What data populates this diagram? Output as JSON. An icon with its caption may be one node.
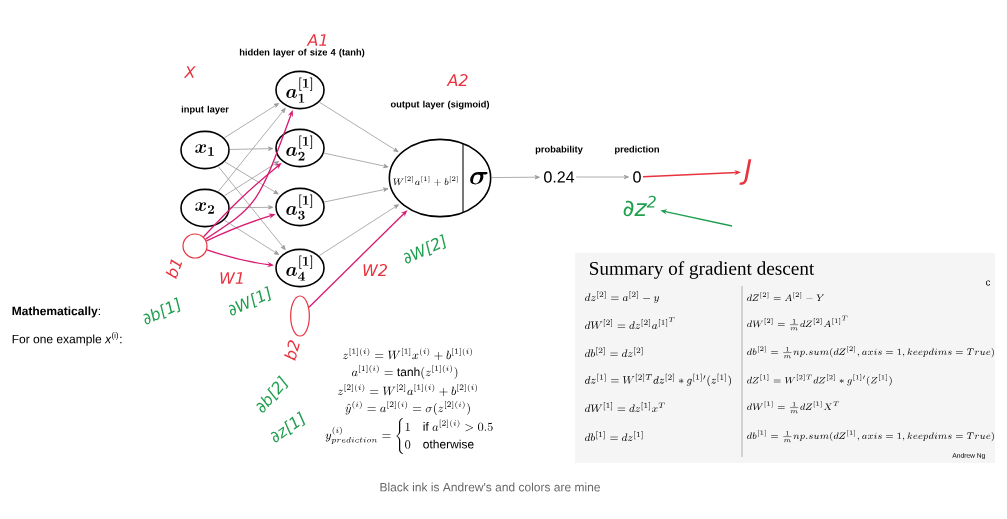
{
  "diagram": {
    "caption": "Black ink is Andrew's and colors are mine",
    "nodes": [
      {
        "text": [
          "x_1"
        ]
      },
      {
        "text": [
          "x_2"
        ]
      },
      {
        "text": [
          "a^{[1]}_1"
        ]
      },
      {
        "text": [
          "a^{[1]}_2"
        ]
      },
      {
        "text": [
          "a^{[1]}_3"
        ]
      },
      {
        "text": [
          "a^{[1]}_4"
        ]
      },
      {
        "text": [
          "W^{[2]}a^{[1]}+b^{[2]}",
          "\\sigma"
        ]
      },
      {
        "text": [
          "probability",
          "0.24"
        ]
      },
      {
        "text": [
          "prediction",
          "0"
        ]
      },
      {
        "text": [
          "J"
        ]
      },
      {
        "text": [],
        "shape": "circle",
        "beside": [
          "b1"
        ]
      },
      {
        "text": [],
        "shape": "circle",
        "beside": [
          "b2"
        ]
      },
      {
        "text": [
          "∂z$^{2}$"
        ]
      }
    ],
    "edges": [
      {
        "from": 0,
        "to": 2,
        "arrow": "to"
      },
      {
        "from": 0,
        "to": 3,
        "arrow": "to"
      },
      {
        "from": 0,
        "to": 4,
        "arrow": "to"
      },
      {
        "from": 0,
        "to": 5,
        "arrow": "to"
      },
      {
        "from": 1,
        "to": 2,
        "arrow": "to"
      },
      {
        "from": 1,
        "to": 3,
        "arrow": "to"
      },
      {
        "from": 1,
        "to": 4,
        "arrow": "to"
      },
      {
        "from": 1,
        "to": 5,
        "arrow": "to"
      },
      {
        "from": 2,
        "to": 6,
        "arrow": "to"
      },
      {
        "from": 3,
        "to": 6,
        "arrow": "to"
      },
      {
        "from": 4,
        "to": 6,
        "arrow": "to"
      },
      {
        "from": 5,
        "to": 6,
        "arrow": "to"
      },
      {
        "from": 6,
        "to": 7,
        "arrow": "to"
      },
      {
        "from": 7,
        "to": 8,
        "arrow": "to"
      },
      {
        "from": 8,
        "to": 9,
        "arrow": "to",
        "color": "#e8333f"
      },
      {
        "from": 10,
        "to": 2,
        "arrow": "to",
        "color": "#d81b72"
      },
      {
        "from": 10,
        "to": 3,
        "arrow": "to",
        "color": "#d81b72"
      },
      {
        "from": 10,
        "to": 4,
        "arrow": "to",
        "color": "#d81b72"
      },
      {
        "from": 10,
        "to": 5,
        "arrow": "to",
        "color": "#d81b72"
      },
      {
        "from": 11,
        "to": 6,
        "arrow": "to",
        "color": "#d81b72"
      },
      {
        "from": null,
        "to": 12,
        "arrow": "to",
        "color": "#1f9e4e"
      }
    ],
    "labels": [
      "hidden layer of size 4 (tanh)",
      "A1",
      "X",
      "A2",
      "input layer",
      "output layer (sigmoid)",
      "W1",
      "W2",
      "∂W[2]",
      "∂b[1]",
      "∂W[1]",
      "**Mathematically**:",
      "For one example *x*$^{(i)}$:",
      "∂b[2]",
      "∂z[1]",
      "z^{[1](i)} = W^{[1]}x^{(i)} + b^{[1](i)}",
      "a^{[1](i)} = \\tanh(z^{[1](i)})",
      "z^{[2](i)} = W^{[2]}a^{[1](i)} + b^{[2](i)}",
      "\\hat{y}^{(i)} = a^{[2](i)} = \\sigma(z^{[2](i)})",
      "y^{(i)}_{prediction} = \\begin{cases} 1 & \\text{if } a^{[2](i)} > 0.5 \\\\ 0 & \\text{otherwise} \\end{cases}",
      "Summary of gradient descent",
      "c",
      "dz^{[2]} = a^{[2]} - y",
      "dZ^{[2]} = A^{[2]} - Y",
      "dW^{[2]} = dz^{[2]}a^{[1]^T}",
      "dW^{[2]} = \\frac{1}{m}dZ^{[2]}A^{[1]^T}",
      "db^{[2]} = dz^{[2]}",
      "db^{[2]} = \\frac{1}{m}np.sum(dZ^{[2]}, axis = 1, keepdims = True)",
      "dz^{[1]} = W^{[2]T}dz^{[2]} * g^{[1]\\prime}(z^{[1]})",
      "dZ^{[1]} = W^{[2]T}dZ^{[2]} * g^{[1]\\prime}(Z^{[1]})",
      "dW^{[1]} = dz^{[1]}x^T",
      "dW^{[1]} = \\frac{1}{m}dZ^{[1]}X^T",
      "db^{[1]} = dz^{[1]}",
      "db^{[1]} = \\frac{1}{m}np.sum(dZ^{[1]}, axis = 1, keepdims = True)",
      "Andrew Ng"
    ]
  }
}
